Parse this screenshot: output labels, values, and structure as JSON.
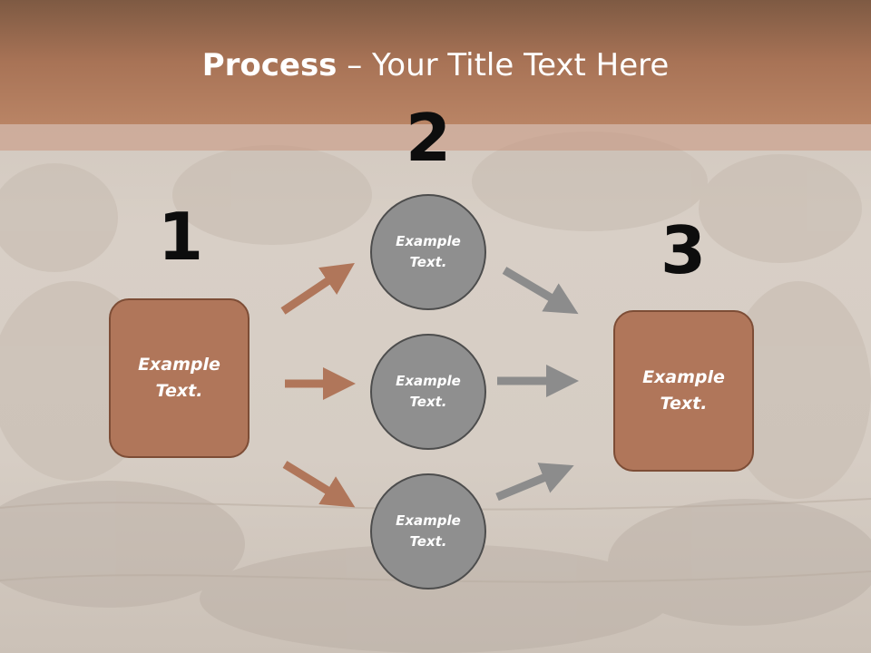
{
  "title": {
    "bold": "Process",
    "rest": " – Your Title Text Here"
  },
  "steps": {
    "one": "1",
    "two": "2",
    "three": "3"
  },
  "left_box": {
    "text": "Example\nText."
  },
  "right_box": {
    "text": "Example\nText."
  },
  "circles": [
    {
      "text": "Example\nText."
    },
    {
      "text": "Example\nText."
    },
    {
      "text": "Example\nText."
    }
  ],
  "colors": {
    "accent": "#b0765a",
    "circle": "#8f8f8f",
    "arrow_left": "#b0765a",
    "arrow_right": "#8c8c8c",
    "title_band": "#a87356"
  }
}
